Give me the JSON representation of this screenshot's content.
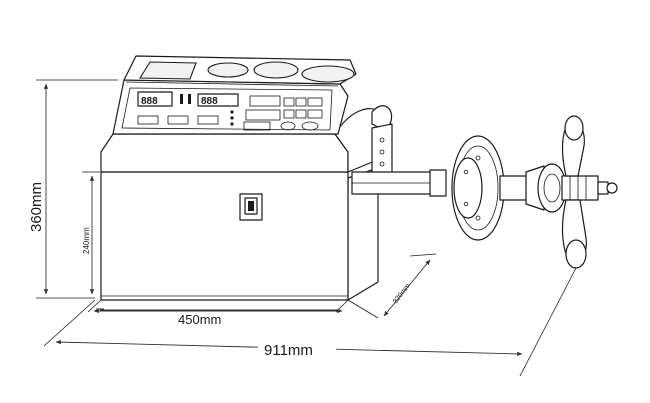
{
  "dimensions": {
    "height_total": "360mm",
    "height_cabinet": "240mm",
    "width_cabinet": "450mm",
    "depth": "320mm",
    "length_total": "911mm"
  },
  "colors": {
    "line": "#1a1a1a",
    "background": "#ffffff"
  }
}
